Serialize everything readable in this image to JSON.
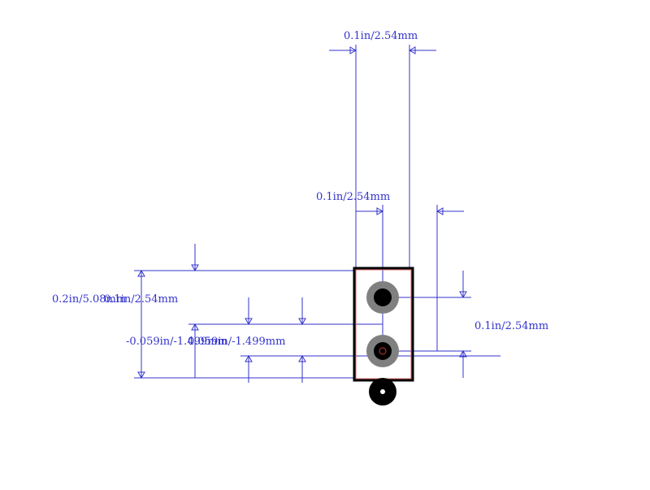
{
  "colors": {
    "dimension": "#3333cc",
    "outline": "#000000",
    "courtyard": "#e06666",
    "pad_ring": "#808080",
    "pad_hole": "#000000",
    "center_mark": "#cc3333",
    "background": "#ffffff"
  },
  "labels": {
    "top_pitch": "0.1in/2.54mm",
    "mid_offset": "0.1in/2.54mm",
    "height_total": "0.2in/5.08mm",
    "height_pad": "0.1in/2.54mm",
    "offset_a": "-0.059in/-1.499mm",
    "offset_b": "0.059in/-1.499mm",
    "right_pitch": "0.1in/2.54mm"
  }
}
